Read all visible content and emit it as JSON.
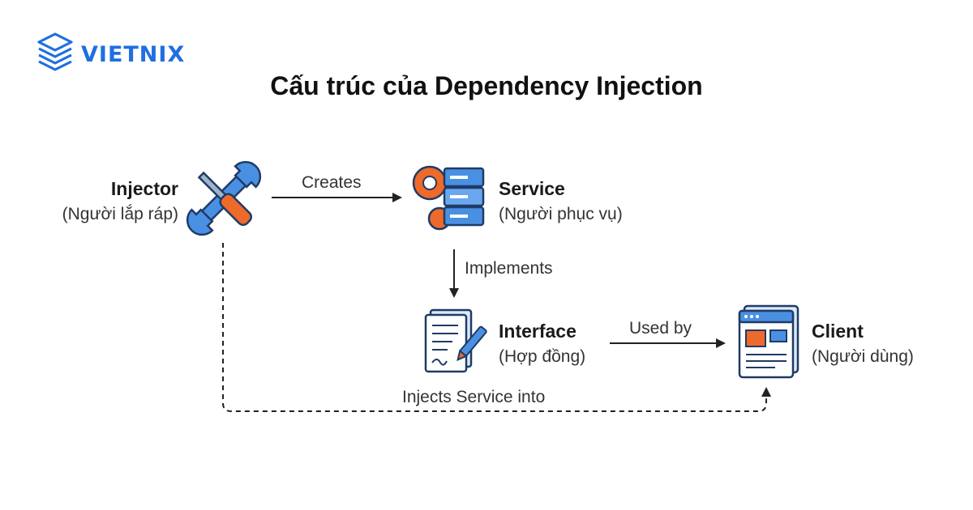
{
  "brand": {
    "name": "VIETNIX",
    "color": "#1f6fe0"
  },
  "title": "Cấu trúc của Dependency Injection",
  "nodes": {
    "injector": {
      "name": "Injector",
      "sub": "(Người lắp ráp)",
      "icon": "tools-icon"
    },
    "service": {
      "name": "Service",
      "sub": "(Người phục vụ)",
      "icon": "server-gear-icon"
    },
    "interface": {
      "name": "Interface",
      "sub": "(Hợp đồng)",
      "icon": "contract-icon"
    },
    "client": {
      "name": "Client",
      "sub": "(Người dùng)",
      "icon": "browser-window-icon"
    }
  },
  "edges": {
    "creates": "Creates",
    "implements": "Implements",
    "used_by": "Used by",
    "injects": "Injects Service into"
  },
  "colors": {
    "accent_blue": "#2f7be0",
    "accent_orange": "#ee6a2a",
    "line": "#333333"
  }
}
